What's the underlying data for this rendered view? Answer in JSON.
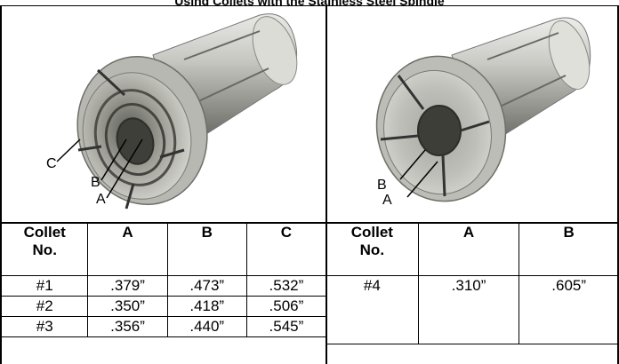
{
  "title": "Using Collets with the Stainless Steel Spindle",
  "left_photo": {
    "callouts": [
      "C",
      "B",
      "A"
    ]
  },
  "right_photo": {
    "callouts": [
      "B",
      "A"
    ]
  },
  "left_table": {
    "headers": [
      [
        "Collet",
        "No."
      ],
      [
        "A"
      ],
      [
        "B"
      ],
      [
        "C"
      ]
    ],
    "rows": [
      [
        "#1",
        ".379”",
        ".473”",
        ".532”"
      ],
      [
        "#2",
        ".350”",
        ".418”",
        ".506”"
      ],
      [
        "#3",
        ".356”",
        ".440”",
        ".545”"
      ]
    ]
  },
  "right_table": {
    "headers": [
      [
        "Collet",
        "No."
      ],
      [
        "A"
      ],
      [
        "B"
      ]
    ],
    "rows": [
      [
        "#4",
        ".310”",
        ".605”"
      ]
    ]
  }
}
